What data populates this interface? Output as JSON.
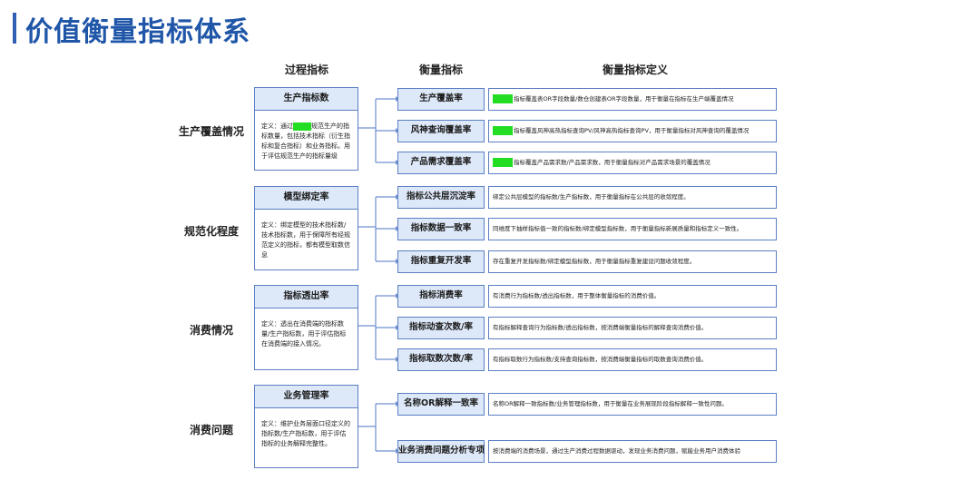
{
  "title": "价值衡量指标体系",
  "headers": {
    "process": "过程指标",
    "metric": "衡量指标",
    "definition": "衡量指标定义"
  },
  "groups": [
    {
      "category": "生产覆盖情况",
      "process": {
        "name": "生产指标数",
        "def_pre": "定义：通过",
        "def_post": "规范生产的指标数量，包括技术指标（衍生指标和复合指标）和业务指标。用于评估规范生产的指标量级"
      },
      "metrics": [
        {
          "name": "生产覆盖率",
          "def": "指标覆盖表OR字段数量/数仓创建表OR字段数量，用于衡量在指标在生产端覆盖情况"
        },
        {
          "name": "风神查询覆盖率",
          "def": "指标覆盖风神高热指标查询PV/风神高热指标查询PV，用于衡量指标对风神查询的覆盖情况"
        },
        {
          "name": "产品需求覆盖率",
          "def": "指标覆盖产品需求数/产品需求数，用于衡量指标对产品需求场景的覆盖情况"
        }
      ]
    },
    {
      "category": "规范化程度",
      "process": {
        "name": "模型绑定率",
        "def": "定义：绑定模型的技术指标数/技术指标数，用于保障所有经规范定义的指标，都有模型取数信息"
      },
      "metrics": [
        {
          "name": "指标公共层沉淀率",
          "def": "绑定公共层模型的指标数/生产指标数，用于衡量指标在公共层的收敛程度。"
        },
        {
          "name": "指标数据一致率",
          "def": "同维度下抽样指标值一致的指标数/绑定模型指标数，用于衡量指标新展质量和指标定义一致性。"
        },
        {
          "name": "指标重复开发率",
          "def": "存在重复开发指标数/绑定模型指标数，用于衡量指标重复建设问题收敛程度。"
        }
      ]
    },
    {
      "category": "消费情况",
      "process": {
        "name": "指标透出率",
        "def": "定义：透出在消费端的指标数量/生产指标数，用于评估指标在消费端的接入情况。"
      },
      "metrics": [
        {
          "name": "指标消费率",
          "def": "有消费行为指标数/透出指标数，用于整体衡量指标的消费价值。"
        },
        {
          "name": "指标动查次数/率",
          "def": "有指标解释查询行为指标数/透出指标数，按消费端衡量指标的解释查询消费价值。"
        },
        {
          "name": "指标取数次数/率",
          "def": "有指标取数行为指标数/支持查询指标数，按消费端衡量指标的取数查询消费价值。"
        }
      ]
    },
    {
      "category": "消费问题",
      "process": {
        "name": "业务管理率",
        "def": "定义：维护业务层面口径定义的指标数/生产指标数，用于评估指标的业务解释完整性。"
      },
      "metrics": [
        {
          "name": "名称OR解释一致率",
          "def": "名称OR解释一致指标数/业务管理指标数，用于衡量在业务展现阶段指标解释一致性问题。"
        },
        {
          "name": "业务消费问题分析专项",
          "def": "按消费端的消费场景，通过生产消费过程数据驱动，发现业务消费问题，赋能业务用户消费体验"
        }
      ]
    }
  ],
  "colors": {
    "title": "#1f56a8",
    "border": "#5b7fc4",
    "fill": "#dde8f8",
    "mask": "#22dd22"
  }
}
